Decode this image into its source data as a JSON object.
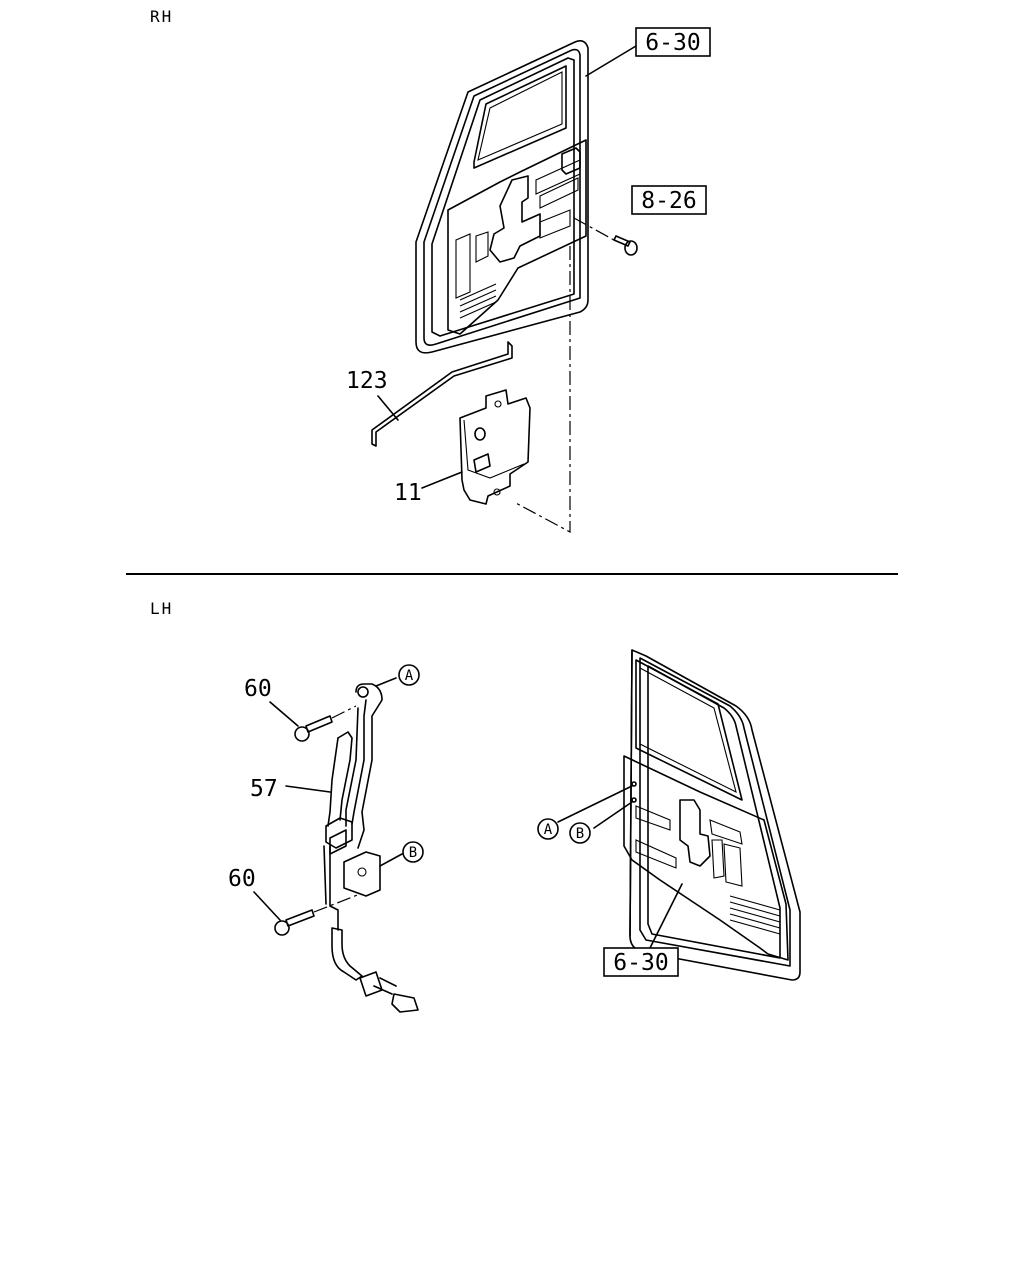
{
  "sections": {
    "rh": "RH",
    "lh": "LH"
  },
  "rh_callouts": {
    "door": "6-30",
    "screw": "8-26",
    "rod": "123",
    "unit": "11"
  },
  "lh_callouts": {
    "bolt_top": "60",
    "cable": "57",
    "bolt_bottom": "60",
    "door": "6-30"
  },
  "reference_marks": {
    "a": "A",
    "b": "B"
  }
}
